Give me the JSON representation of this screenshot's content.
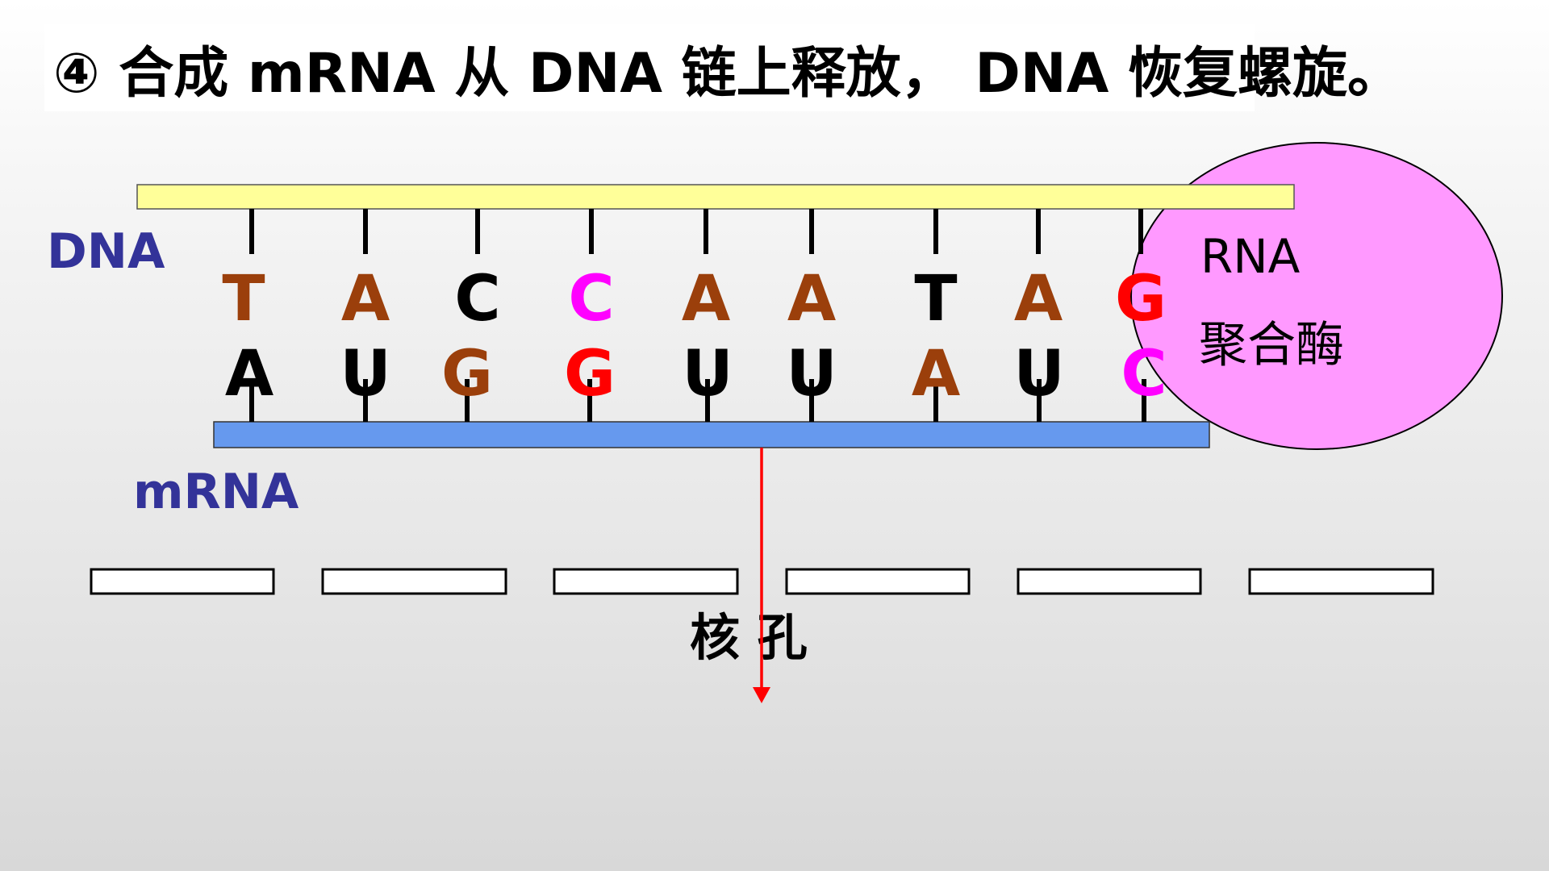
{
  "slide": {
    "title": "④ 合成 mRNA 从 DNA 链上释放， DNA 恢复螺旋。"
  },
  "labels": {
    "dna": "DNA",
    "mrna": "mRNA",
    "enzyme_line1": "RNA",
    "enzyme_line2": "聚合酶",
    "nuclear_pore": "核 孔"
  },
  "dna_bases": [
    {
      "letter": "T",
      "color": "#9b3f0b"
    },
    {
      "letter": "A",
      "color": "#9b3f0b"
    },
    {
      "letter": "C",
      "color": "#000000"
    },
    {
      "letter": "C",
      "color": "#ff00ff"
    },
    {
      "letter": "A",
      "color": "#9b3f0b"
    },
    {
      "letter": "A",
      "color": "#9b3f0b"
    },
    {
      "letter": "T",
      "color": "#000000"
    },
    {
      "letter": "A",
      "color": "#9b3f0b"
    },
    {
      "letter": "G",
      "color": "#ff0000"
    }
  ],
  "mrna_bases": [
    {
      "letter": "A",
      "color": "#000000"
    },
    {
      "letter": "U",
      "color": "#000000"
    },
    {
      "letter": "G",
      "color": "#9b3f0b"
    },
    {
      "letter": "G",
      "color": "#ff0000"
    },
    {
      "letter": "U",
      "color": "#000000"
    },
    {
      "letter": "U",
      "color": "#000000"
    },
    {
      "letter": "A",
      "color": "#9b3f0b"
    },
    {
      "letter": "U",
      "color": "#000000"
    },
    {
      "letter": "C",
      "color": "#ff00ff"
    }
  ],
  "colors": {
    "dna_strand": "#ffff99",
    "mrna_strand": "#6699ee",
    "enzyme": "#ff99ff",
    "label_blue": "#333399",
    "arrow": "#ff0000"
  }
}
